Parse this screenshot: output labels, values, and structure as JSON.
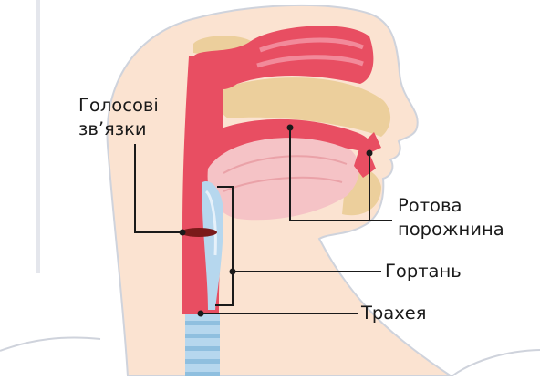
{
  "labels": {
    "vocal_cords": {
      "line1": "Голосові",
      "line2": "зв’язки"
    },
    "oral_cavity": {
      "line1": "Ротова",
      "line2": "порожнина"
    },
    "larynx": "Гортань",
    "trachea": "Трахея"
  },
  "colors": {
    "background": "#ffffff",
    "skin": "#fbe3d1",
    "outline": "#cfd3dc",
    "tract": "#e84e62",
    "tongue": "#f5c3c6",
    "palate": "#eccf9c",
    "trachea": "#b6d7ee",
    "leader": "#1a1a1a"
  }
}
